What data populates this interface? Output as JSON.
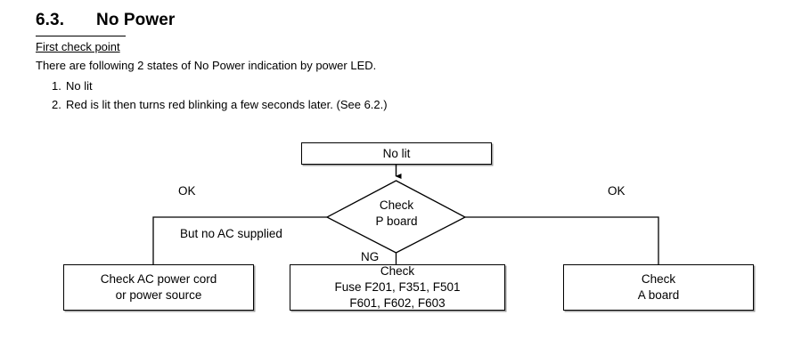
{
  "document": {
    "section_number": "6.3.",
    "section_title": "No Power",
    "subheading": "First check point",
    "intro": "There are following 2 states of No Power indication by power LED.",
    "list": [
      {
        "marker": "1.",
        "text": "No lit"
      },
      {
        "marker": "2.",
        "text": "Red is lit then turns red blinking a few seconds later. (See 6.2.)"
      }
    ]
  },
  "flowchart": {
    "type": "flowchart",
    "start": {
      "label": "No lit"
    },
    "decision": {
      "label": "Check\nP board"
    },
    "edge_labels": {
      "ok_left": "OK",
      "ok_right": "OK",
      "but_no_ac": "But no AC supplied",
      "ng": "NG"
    },
    "outcomes": [
      {
        "id": "check-ac",
        "label": "Check AC power cord\nor power source"
      },
      {
        "id": "check-fuse",
        "label": "Check\nFuse F201, F351, F501\nF601, F602, F603"
      },
      {
        "id": "check-a-board",
        "label": "Check\nA board"
      }
    ],
    "colors": {
      "line": "#000000",
      "background": "#ffffff",
      "text": "#000000"
    }
  }
}
